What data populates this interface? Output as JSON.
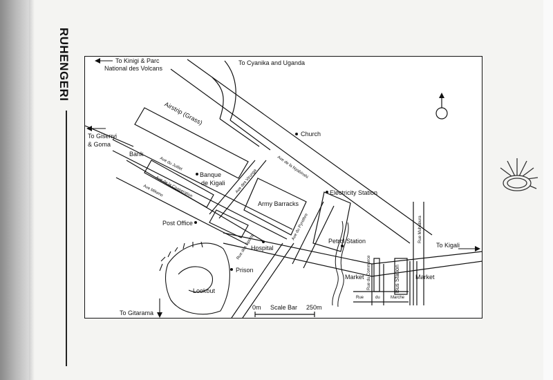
{
  "page": {
    "side_title": "RUHENGERI"
  },
  "map": {
    "directions": {
      "kinigi": [
        "To Kinigi & Parc",
        "National des Volcans"
      ],
      "cyanika": "To Cyanika and Uganda",
      "gisenyi": [
        "To Gisenyi",
        "& Goma"
      ],
      "kigali": "To Kigali",
      "gitarama": "To Gitarama"
    },
    "places": {
      "church": "Church",
      "bank": "Bank",
      "banque": [
        "Banque",
        "de Kigali"
      ],
      "electricity": "Electricity Station",
      "army": "Army Barracks",
      "post_office": "Post Office",
      "hospital": "Hospital",
      "petrol": "Petrol Station",
      "prison": "Prison",
      "lookout": "Lookout",
      "market_left": "Market",
      "market_right": "Market",
      "bus_station": "Bus Station",
      "airstrip": "Airstrip (Grass)"
    },
    "streets": {
      "du_juillet": "Ave du Juillet",
      "cooperation": "Ave de la Cooperation",
      "mikeno": "Ave Mikeno",
      "virunga": "Ave des Virunga",
      "nyabinshi": "Ave de la Nyabinshi",
      "pyrethre": "Ave du Pyrethre",
      "sports": "Rue des Sports",
      "commerce": "Rue du Commerce",
      "muhabura": "Rue Muhabura",
      "marche": [
        "Rue",
        "du",
        "Marche"
      ]
    },
    "scale_bar": {
      "start": "0m",
      "label": "Scale Bar",
      "end": "250m"
    }
  }
}
